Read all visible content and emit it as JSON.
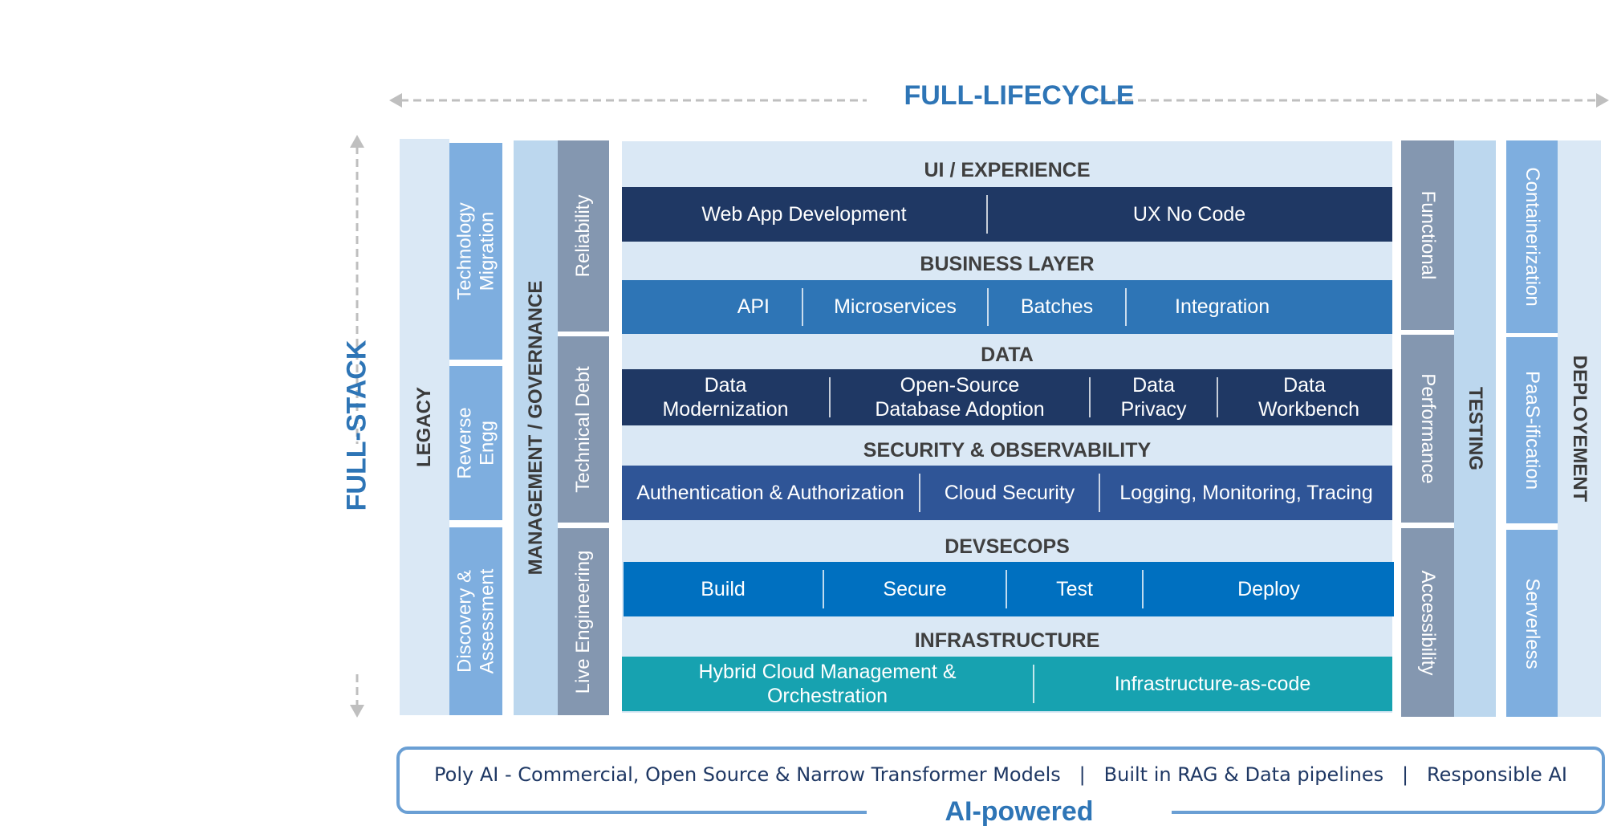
{
  "header": {
    "lifecycle": "FULL-LIFECYCLE",
    "stack": "FULL-STACK"
  },
  "left": {
    "legacy": "LEGACY",
    "legacy_items": [
      "Technology Migration",
      "Reverse Engg",
      "Discovery & Assessment"
    ],
    "governance": "MANAGEMENT / GOVERNANCE",
    "governance_items": [
      "Reliability",
      "Technical Debt",
      "Live Engineering"
    ]
  },
  "right": {
    "testing": "TESTING",
    "testing_items": [
      "Functional",
      "Performance",
      "Accessibility"
    ],
    "deployment": "DEPLOYEMENT",
    "deployment_items": [
      "Containerization",
      "PaaS-ification",
      "Serverless"
    ]
  },
  "layers": {
    "ui": {
      "title": "UI / EXPERIENCE",
      "items": [
        "Web App Development",
        "UX No Code"
      ]
    },
    "business": {
      "title": "BUSINESS LAYER",
      "items": [
        "API",
        "Microservices",
        "Batches",
        "Integration"
      ]
    },
    "data": {
      "title": "DATA",
      "items": [
        "Data Modernization",
        "Open-Source Database Adoption",
        "Data Privacy",
        "Data Workbench"
      ]
    },
    "security": {
      "title": "SECURITY & OBSERVABILITY",
      "items": [
        "Authentication & Authorization",
        "Cloud Security",
        "Logging, Monitoring, Tracing"
      ]
    },
    "devsecops": {
      "title": "DEVSECOPS",
      "items": [
        "Build",
        "Secure",
        "Test",
        "Deploy"
      ]
    },
    "infra": {
      "title": "INFRASTRUCTURE",
      "items": [
        "Hybrid Cloud Management & Orchestration",
        "Infrastructure-as-code"
      ]
    }
  },
  "ai": {
    "line": "Poly AI - Commercial, Open Source & Narrow Transformer Models   |   Built in RAG & Data pipelines   |   Responsible AI",
    "title": "AI-powered"
  },
  "colors": {
    "pale": "#dae8f5",
    "light": "#bcd7ee",
    "mid": "#7eaedf",
    "slate": "#8497b0",
    "navy": "#1f3864",
    "business": "#2e75b6",
    "security": "#2f5597",
    "devsecops": "#0070c0",
    "infra": "#17a2b0",
    "accent": "#2e75b6"
  }
}
